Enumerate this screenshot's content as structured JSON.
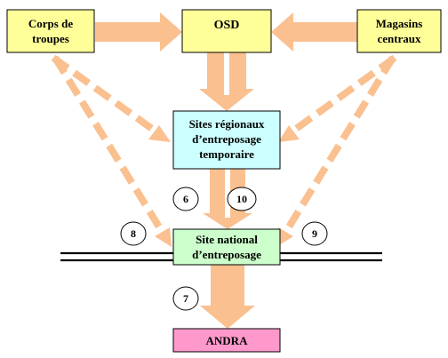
{
  "colors": {
    "flow": "#fac090",
    "dashed_flow": "#fac090",
    "yellow_box": "#ffff99",
    "cyan_box": "#ccffff",
    "green_box": "#ccffcc",
    "pink_box": "#ff99cc",
    "border": "#000000"
  },
  "boxes": {
    "corps": {
      "lines": [
        "Corps de",
        "troupes"
      ]
    },
    "osd": {
      "lines": [
        "OSD"
      ]
    },
    "magasins": {
      "lines": [
        "Magasins",
        "centraux"
      ]
    },
    "regionaux": {
      "lines": [
        "Sites régionaux",
        "d’entreposage",
        "temporaire"
      ]
    },
    "national": {
      "lines": [
        "Site national",
        "d’entreposage"
      ]
    },
    "andra": {
      "lines": [
        "ANDRA"
      ]
    }
  },
  "badges": {
    "b6": "6",
    "b10": "10",
    "b8": "8",
    "b9": "9",
    "b7": "7"
  }
}
